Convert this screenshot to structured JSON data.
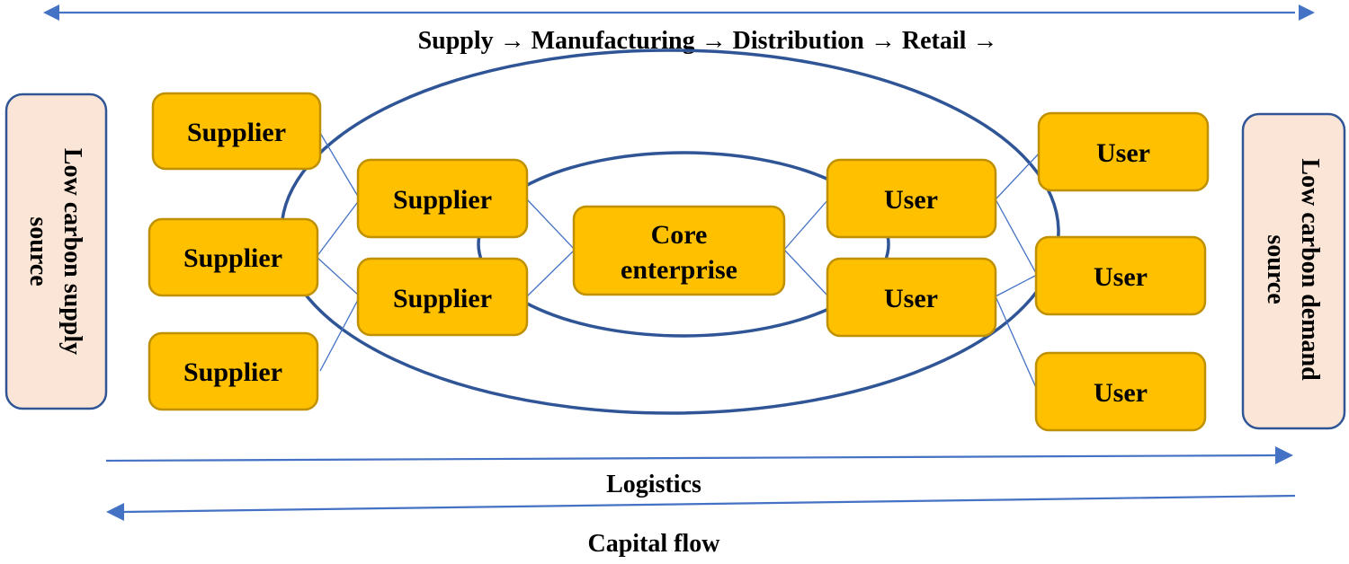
{
  "title_flow": "Supply → Manufacturing → Distribution → Retail →",
  "left_source": {
    "line1": "Low carbon supply",
    "line2": "source"
  },
  "right_source": {
    "line1": "Low carbon demand",
    "line2": "source"
  },
  "outer_suppliers": [
    "Supplier",
    "Supplier",
    "Supplier"
  ],
  "inner_suppliers": [
    "Supplier",
    "Supplier"
  ],
  "core": {
    "line1": "Core",
    "line2": "enterprise"
  },
  "inner_users": [
    "User",
    "User"
  ],
  "outer_users": [
    "User",
    "User",
    "User"
  ],
  "bottom_flows": {
    "logistics": "Logistics",
    "capital": "Capital flow"
  },
  "colors": {
    "node_fill": "#ffc000",
    "node_border": "#bf9000",
    "source_fill": "#fbe5d6",
    "ellipse": "#2f5597",
    "arrow": "#4472c4"
  }
}
